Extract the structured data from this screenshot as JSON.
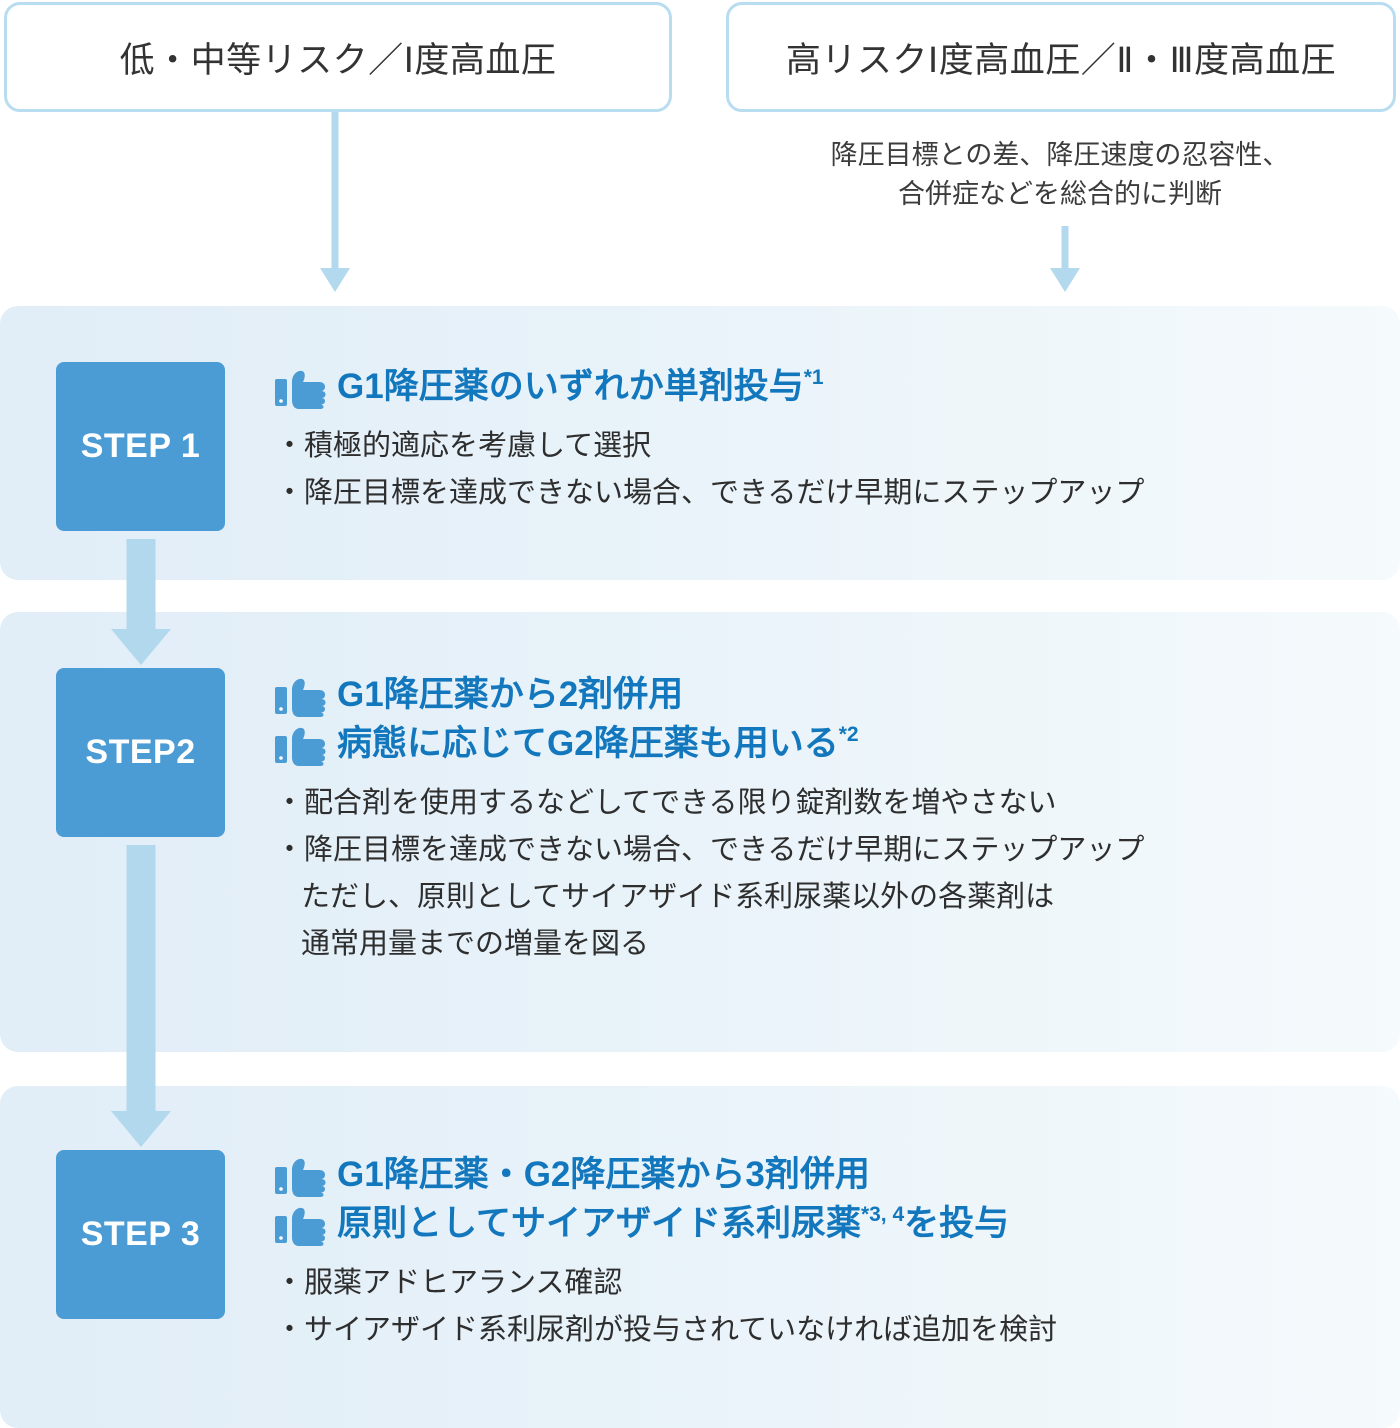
{
  "top_boxes": [
    {
      "id": "low-moderate-risk",
      "label": "低・中等リスク／Ⅰ度高血圧"
    },
    {
      "id": "high-risk",
      "label": "高リスクⅠ度高血圧／Ⅱ・Ⅲ度高血圧"
    }
  ],
  "annotation": "降圧目標との差、降圧速度の忍容性、\n合併症などを総合的に判断",
  "icons": {
    "thumbs_up": "thumbs-up-right-icon",
    "arrow_down": "arrow-down-icon",
    "thick_arrow_down": "thick-arrow-down-icon"
  },
  "colors": {
    "badge_blue": "#4b9bd4",
    "headline_blue": "#1277bd",
    "arrow_light_blue": "#b2d8ee",
    "box_border": "#b8dcf0",
    "panel_bg_left": "#e1edf7",
    "panel_bg_right": "#f5fafc",
    "body_text": "#2e2e2e"
  },
  "steps": [
    {
      "badge": "STEP 1",
      "headlines": [
        {
          "text": "G1降圧薬のいずれか単剤投与",
          "note": "*1"
        }
      ],
      "bullets": [
        {
          "text": "・積極的適応を考慮して選択",
          "continuation": false
        },
        {
          "text": "・降圧目標を達成できない場合、できるだけ早期にステップアップ",
          "continuation": false
        }
      ]
    },
    {
      "badge": "STEP2",
      "headlines": [
        {
          "text": "G1降圧薬から2剤併用",
          "note": ""
        },
        {
          "text": "病態に応じてG2降圧薬も用いる",
          "note": "*2"
        }
      ],
      "bullets": [
        {
          "text": "・配合剤を使用するなどしてできる限り錠剤数を増やさない",
          "continuation": false
        },
        {
          "text": "・降圧目標を達成できない場合、できるだけ早期にステップアップ",
          "continuation": false
        },
        {
          "text": "ただし、原則としてサイアザイド系利尿薬以外の各薬剤は",
          "continuation": true
        },
        {
          "text": "通常用量までの増量を図る",
          "continuation": true
        }
      ]
    },
    {
      "badge": "STEP 3",
      "headlines": [
        {
          "text": "G1降圧薬・G2降圧薬から3剤併用",
          "note": ""
        },
        {
          "text": "原則としてサイアザイド系利尿薬",
          "note": "*3, 4",
          "suffix": "を投与"
        }
      ],
      "bullets": [
        {
          "text": "・服薬アドヒアランス確認",
          "continuation": false
        },
        {
          "text": "・サイアザイド系利尿剤が投与されていなければ追加を検討",
          "continuation": false
        }
      ]
    }
  ]
}
